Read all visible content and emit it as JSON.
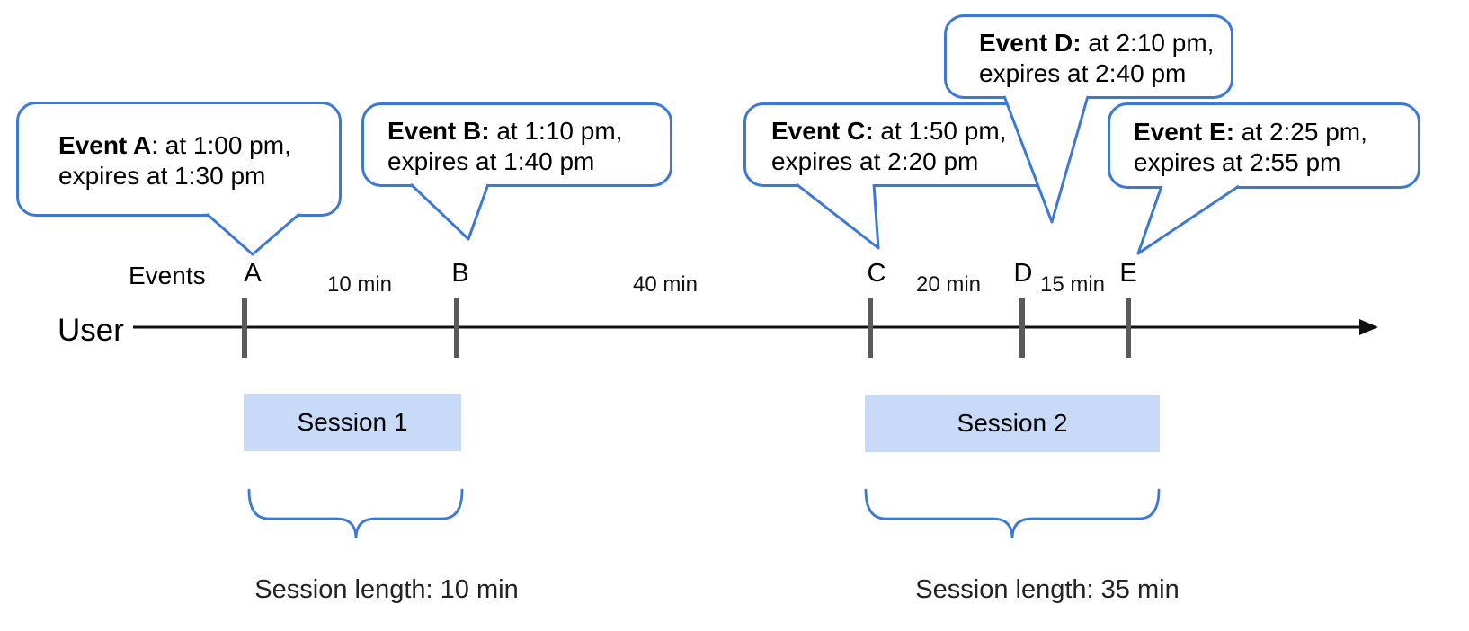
{
  "colors": {
    "accent_blue": "#3c78d8",
    "session_fill": "#c9daf8",
    "tick_gray": "#5a5a5a",
    "axis_black": "#111111"
  },
  "axis": {
    "events_label": "Events",
    "user_label": "User"
  },
  "events": [
    {
      "letter": "A",
      "bubble_bold": "Event A",
      "bubble_rest": ": at 1:00 pm,",
      "bubble_line2": "expires at 1:30 pm"
    },
    {
      "letter": "B",
      "bubble_bold": "Event B:",
      "bubble_rest": " at 1:10 pm,",
      "bubble_line2": "expires at 1:40 pm"
    },
    {
      "letter": "C",
      "bubble_bold": "Event C:",
      "bubble_rest": " at 1:50 pm,",
      "bubble_line2": "expires at 2:20 pm"
    },
    {
      "letter": "D",
      "bubble_bold": "Event D:",
      "bubble_rest": " at 2:10 pm,",
      "bubble_line2": "expires at 2:40 pm"
    },
    {
      "letter": "E",
      "bubble_bold": "Event E:",
      "bubble_rest": " at 2:25 pm,",
      "bubble_line2": "expires at 2:55 pm"
    }
  ],
  "intervals": [
    {
      "label": "10 min"
    },
    {
      "label": "40 min"
    },
    {
      "label": "20 min"
    },
    {
      "label": "15 min"
    }
  ],
  "sessions": [
    {
      "label": "Session 1",
      "length_label": "Session length: 10 min"
    },
    {
      "label": "Session 2",
      "length_label": "Session length: 35 min"
    }
  ]
}
